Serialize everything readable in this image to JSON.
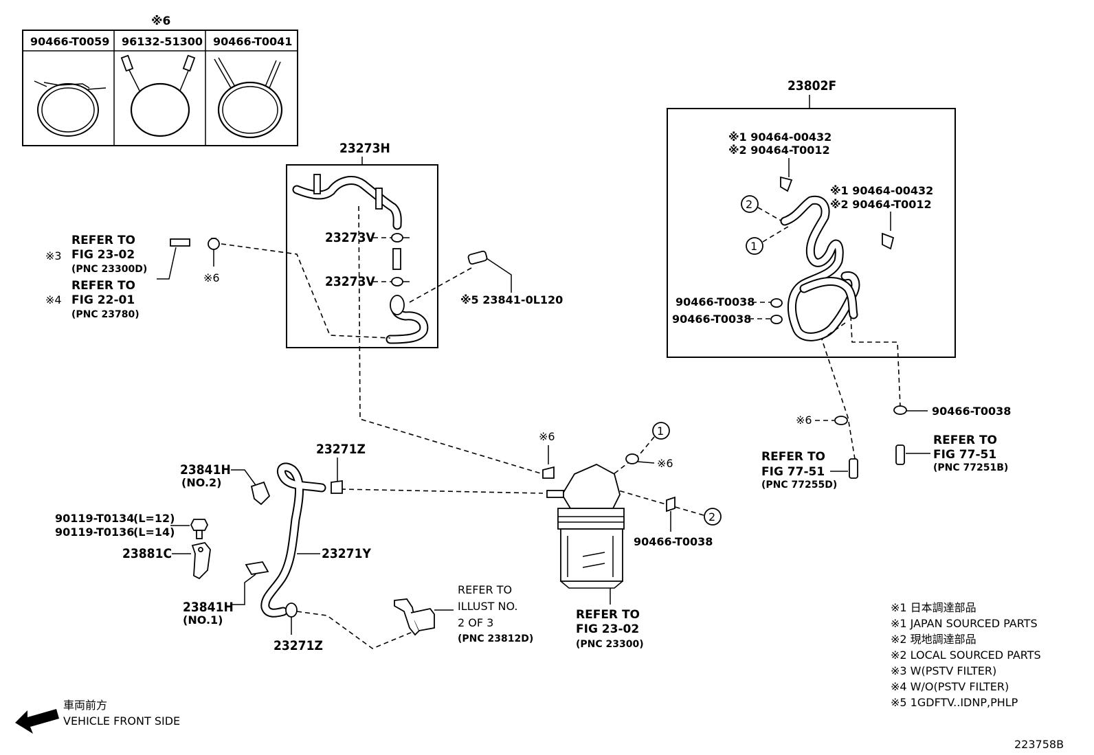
{
  "table": {
    "top_note": "※6",
    "columns": [
      "90466-T0059",
      "96132-51300",
      "90466-T0041"
    ]
  },
  "box_left": {
    "title": "23273H",
    "part_v1": "23273V",
    "part_v2": "23273V"
  },
  "box_right": {
    "title": "23802F",
    "clip_a_line1": "※1 90464-00432",
    "clip_a_line2": "※2 90464-T0012",
    "clip_b_line1": "※1 90464-00432",
    "clip_b_line2": "※2 90464-T0012",
    "clamp1": "90466-T0038",
    "clamp2": "90466-T0038",
    "circle1": "1",
    "circle2": "2"
  },
  "refer_left": {
    "mark3": "※3",
    "line1": "REFER TO",
    "line2": "FIG 23-02",
    "line3": "(PNC 23300D)",
    "mark4": "※4",
    "line4": "REFER TO",
    "line5": "FIG 22-01",
    "line6": "(PNC 23780)",
    "clamp_note": "※6"
  },
  "sensor": {
    "note": "※5 23841-0L120"
  },
  "lower_right": {
    "clamp_note": "※6",
    "clamp_part": "90466-T0038",
    "ref_a_line1": "REFER TO",
    "ref_a_line2": "FIG 77-51",
    "ref_a_line3": "(PNC 77255D)",
    "ref_b_line1": "REFER TO",
    "ref_b_line2": "FIG 77-51",
    "ref_b_line3": "(PNC 77251B)"
  },
  "lower_center": {
    "clamp_top_note": "※6",
    "circle1": "1",
    "circle2": "2",
    "clamp_right_note": "※6",
    "clamp_part": "90466-T0038",
    "filter_ref_line1": "REFER TO",
    "filter_ref_line2": "FIG 23-02",
    "filter_ref_line3": "(PNC 23300)",
    "illust_line1": "REFER TO",
    "illust_line2": "ILLUST NO.",
    "illust_line3": "2 OF 3",
    "illust_line4": "(PNC 23812D)"
  },
  "lower_left": {
    "clip_top": "23271Z",
    "clip_bottom": "23271Z",
    "hose": "23271Y",
    "sensor_no2": "23841H",
    "sensor_no2_sub": "(NO.2)",
    "sensor_no1": "23841H",
    "sensor_no1_sub": "(NO.1)",
    "bolt1": "90119-T0134",
    "bolt1_len": "(L=12)",
    "bolt2": "90119-T0136",
    "bolt2_len": "(L=14)",
    "bracket": "23881C"
  },
  "legend": [
    "※1 日本調達部品",
    "※1 JAPAN SOURCED PARTS",
    "※2 現地調達部品",
    "※2 LOCAL SOURCED PARTS",
    "※3 W(PSTV FILTER)",
    "※4 W/O(PSTV FILTER)",
    "※5 1GDFTV..IDNP,PHLP"
  ],
  "direction": {
    "line1": "車両前方",
    "line2": "VEHICLE FRONT SIDE"
  },
  "figure_id": "223758B"
}
